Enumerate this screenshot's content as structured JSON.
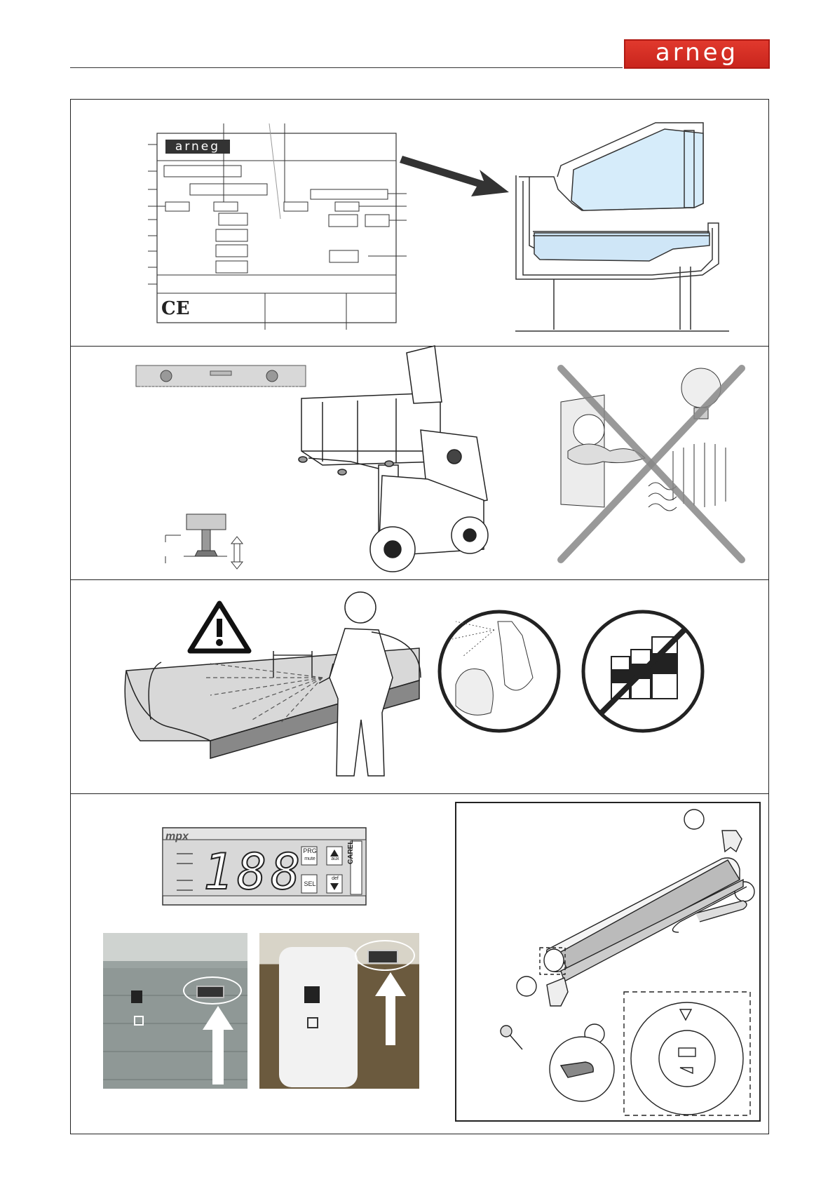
{
  "header": {
    "logo_text": "arneg",
    "logo_color": "#d2291f"
  },
  "panel1": {
    "plate_logo_text": "arneg",
    "ce_mark": "CE"
  },
  "panel4": {
    "controller_brand": "mpx",
    "buttons": {
      "prg": "PRG",
      "mute": "mute",
      "aux": "aux",
      "sel": "SEL",
      "def": "def"
    },
    "display_digits": "188",
    "side_brand": "CAREL"
  },
  "icons": [
    "arrow-icon",
    "warning-icon",
    "ce-mark-icon",
    "no-symbol-icon",
    "spray-bottle-icon",
    "chemical-bottles-icon",
    "up-arrow-icon"
  ]
}
